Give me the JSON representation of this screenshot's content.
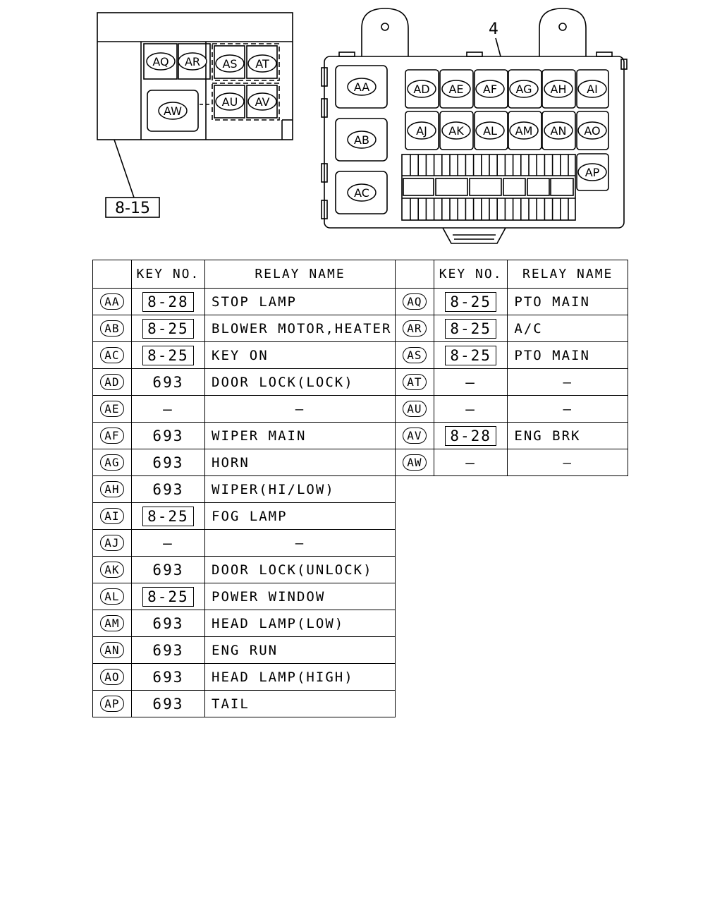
{
  "callouts": {
    "detail_ref": "8-15",
    "part_number": "4"
  },
  "small_panel_labels": [
    "AQ",
    "AR",
    "AS",
    "AT",
    "AU",
    "AV",
    "AW"
  ],
  "main_panel_labels": [
    "AA",
    "AB",
    "AC",
    "AD",
    "AE",
    "AF",
    "AG",
    "AH",
    "AI",
    "AJ",
    "AK",
    "AL",
    "AM",
    "AN",
    "AO",
    "AP"
  ],
  "table": {
    "headers": {
      "key_no": "KEY NO.",
      "relay_name": "RELAY NAME"
    },
    "left_rows": [
      {
        "code": "AA",
        "key": "8-28",
        "boxed": true,
        "name": "STOP LAMP"
      },
      {
        "code": "AB",
        "key": "8-25",
        "boxed": true,
        "name": "BLOWER MOTOR,HEATER"
      },
      {
        "code": "AC",
        "key": "8-25",
        "boxed": true,
        "name": "KEY ON"
      },
      {
        "code": "AD",
        "key": "693",
        "boxed": false,
        "name": "DOOR LOCK(LOCK)"
      },
      {
        "code": "AE",
        "key": "–",
        "boxed": false,
        "name": "–"
      },
      {
        "code": "AF",
        "key": "693",
        "boxed": false,
        "name": "WIPER MAIN"
      },
      {
        "code": "AG",
        "key": "693",
        "boxed": false,
        "name": "HORN"
      },
      {
        "code": "AH",
        "key": "693",
        "boxed": false,
        "name": "WIPER(HI/LOW)"
      },
      {
        "code": "AI",
        "key": "8-25",
        "boxed": true,
        "name": "FOG LAMP"
      },
      {
        "code": "AJ",
        "key": "–",
        "boxed": false,
        "name": "–"
      },
      {
        "code": "AK",
        "key": "693",
        "boxed": false,
        "name": "DOOR LOCK(UNLOCK)"
      },
      {
        "code": "AL",
        "key": "8-25",
        "boxed": true,
        "name": "POWER WINDOW"
      },
      {
        "code": "AM",
        "key": "693",
        "boxed": false,
        "name": "HEAD LAMP(LOW)"
      },
      {
        "code": "AN",
        "key": "693",
        "boxed": false,
        "name": "ENG RUN"
      },
      {
        "code": "AO",
        "key": "693",
        "boxed": false,
        "name": "HEAD LAMP(HIGH)"
      },
      {
        "code": "AP",
        "key": "693",
        "boxed": false,
        "name": "TAIL"
      }
    ],
    "right_rows": [
      {
        "code": "AQ",
        "key": "8-25",
        "boxed": true,
        "name": "PTO MAIN"
      },
      {
        "code": "AR",
        "key": "8-25",
        "boxed": true,
        "name": "A/C"
      },
      {
        "code": "AS",
        "key": "8-25",
        "boxed": true,
        "name": "PTO MAIN"
      },
      {
        "code": "AT",
        "key": "–",
        "boxed": false,
        "name": "–"
      },
      {
        "code": "AU",
        "key": "–",
        "boxed": false,
        "name": "–"
      },
      {
        "code": "AV",
        "key": "8-28",
        "boxed": true,
        "name": "ENG BRK"
      },
      {
        "code": "AW",
        "key": "–",
        "boxed": false,
        "name": "–"
      }
    ]
  }
}
